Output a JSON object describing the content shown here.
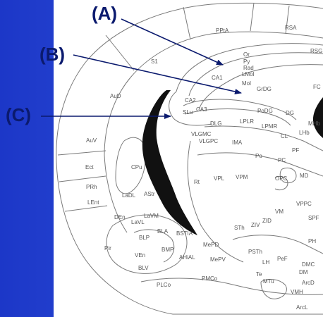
{
  "callouts": {
    "a": "(A)",
    "b": "(B)",
    "c": "(C)"
  },
  "regions": {
    "ppta": "PPtA",
    "rsa": "RSA",
    "rsg": "RSG",
    "s1": "S1",
    "aud": "AuD",
    "auv": "AuV",
    "ect": "Ect",
    "prh": "PRh",
    "lent": "LEnt",
    "pir": "Pir",
    "or": "Or",
    "py": "Py",
    "rad": "Rad",
    "lmol": "LMol",
    "mol": "Mol",
    "grdg": "GrDG",
    "ca1": "CA1",
    "ca2": "CA2",
    "ca3": "CA3",
    "slu": "SLu",
    "podg": "PoDG",
    "dg": "DG",
    "fc": "FC",
    "mhb": "MHb",
    "lhb": "LHb",
    "dlg": "DLG",
    "lplr": "LPLR",
    "lpmr": "LPMR",
    "vlgmc": "VLGMC",
    "vlgpc": "VLGPC",
    "ima": "IMA",
    "cl": "CL",
    "pf": "PF",
    "po": "Po",
    "pc": "PC",
    "md": "MD",
    "opc": "OPC",
    "rt": "Rt",
    "vpl": "VPL",
    "vpm": "VPM",
    "vppc": "VPPC",
    "vm": "VM",
    "spf": "SPF",
    "zid": "ZID",
    "ziv": "ZIV",
    "cpu": "CPu",
    "ladl": "LaDL",
    "astr": "AStr",
    "lavm": "LaVM",
    "lavl": "LaVL",
    "den": "DEn",
    "bla": "BLA",
    "bstia": "BSTIA",
    "blp": "BLP",
    "bmp": "BMP",
    "mepd": "MePD",
    "sti": "STh",
    "psth": "PSTh",
    "ph": "PH",
    "ven": "VEn",
    "blv": "BLV",
    "ahial": "AHiAL",
    "mepv": "MePV",
    "lh": "LH",
    "pef": "PeF",
    "te": "Te",
    "mtu": "MTu",
    "dmc": "DMC",
    "dm": "DM",
    "ard": "ArcD",
    "vmh": "VMH",
    "plco": "PLCo",
    "pmco": "PMCo",
    "arcl": "ArcL"
  },
  "colors": {
    "frame": "#2f4fd8",
    "arrow": "#0b1a6e",
    "ink": "#555555"
  }
}
